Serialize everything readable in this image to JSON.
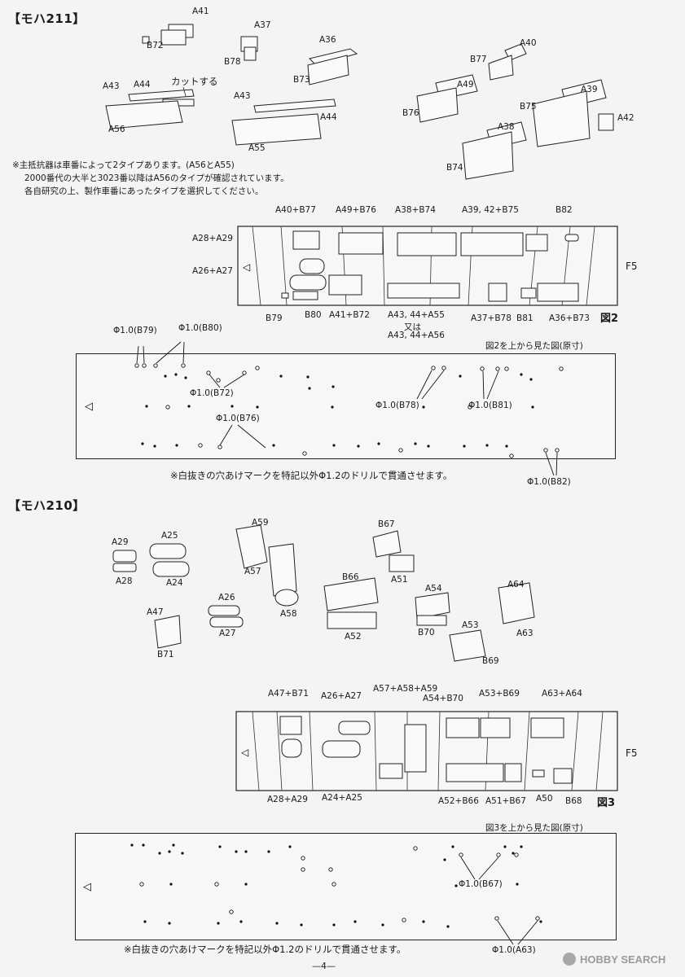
{
  "section1": {
    "title": "【モハ211】",
    "parts": [
      "A41",
      "B72",
      "A37",
      "B78",
      "A36",
      "B73",
      "A40",
      "B77",
      "A43",
      "A44",
      "カットする",
      "A56",
      "A43",
      "A44",
      "A55",
      "A49",
      "B76",
      "A39",
      "B75",
      "A42",
      "A38",
      "B74"
    ],
    "notes": [
      "※主抵抗器は車番によって2タイプあります。(A56とA55)",
      "2000番代の大半と3023番以降はA56のタイプが確認されています。",
      "各自研究の上、製作車番にあったタイプを選択してください。"
    ],
    "fig_labels_top": [
      "A40+B77",
      "A49+B76",
      "A38+B74",
      "A39, 42+B75",
      "B82"
    ],
    "fig_labels_left": [
      "A28+A29",
      "A26+A27"
    ],
    "fig_labels_bottom": [
      "B79",
      "B80",
      "A41+B72",
      "A43, 44+A55",
      "又は",
      "A43, 44+A56",
      "A37+B78",
      "B81",
      "A36+B73"
    ],
    "fig_caption": "図2",
    "f5": "F5",
    "top_view_caption": "図2を上から見た図(原寸)",
    "drill_labels": [
      "Φ1.0(B79)",
      "Φ1.0(B80)",
      "Φ1.0(B72)",
      "Φ1.0(B76)",
      "Φ1.0(B78)",
      "Φ1.0(B81)",
      "Φ1.0(B82)"
    ],
    "drill_note": "※白抜きの穴あけマークを特記以外Φ1.2のドリルで貫通させます。"
  },
  "section2": {
    "title": "【モハ210】",
    "parts": [
      "A29",
      "A28",
      "A25",
      "A24",
      "A59",
      "A57",
      "A58",
      "B67",
      "A51",
      "A47",
      "B71",
      "A26",
      "A27",
      "B66",
      "A52",
      "A54",
      "B70",
      "A64",
      "A63",
      "A53",
      "B69"
    ],
    "fig_labels_top": [
      "A47+B71",
      "A26+A27",
      "A57+A58+A59",
      "A54+B70",
      "A53+B69",
      "A63+A64"
    ],
    "fig_labels_bottom": [
      "A28+A29",
      "A24+A25",
      "A52+B66",
      "A51+B67",
      "A50",
      "B68"
    ],
    "fig_caption": "図3",
    "f5": "F5",
    "top_view_caption": "図3を上から見た図(原寸)",
    "drill_labels": [
      "Φ1.0(B67)",
      "Φ1.0(A63)"
    ],
    "drill_note": "※白抜きの穴あけマークを特記以外Φ1.2のドリルで貫通させます。"
  },
  "footer": {
    "page": "—4—",
    "watermark": "HOBBY SEARCH"
  }
}
